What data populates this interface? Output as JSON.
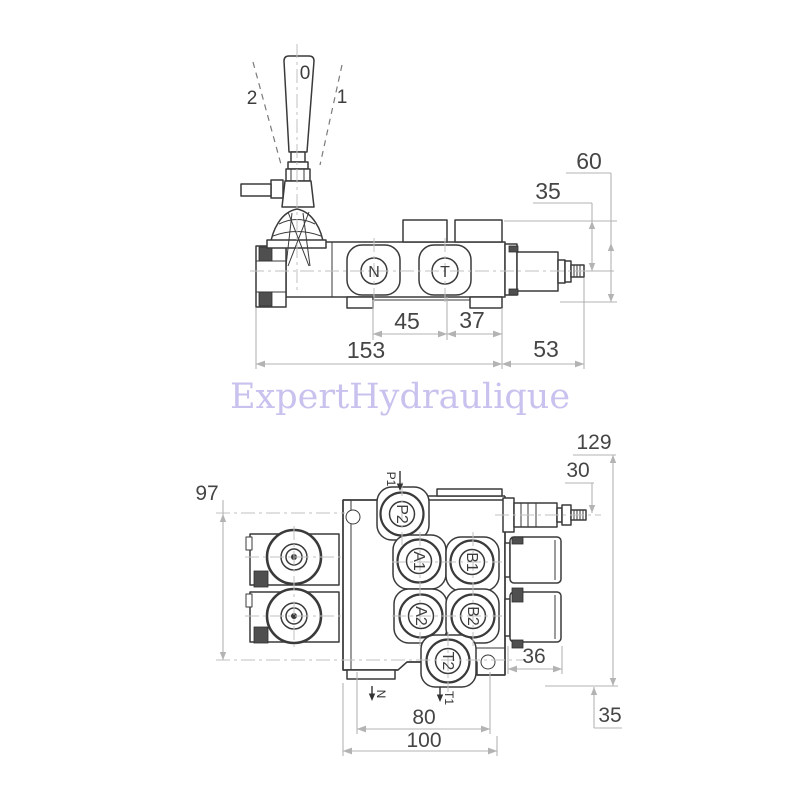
{
  "watermark": {
    "text": "ExpertHydraulique"
  },
  "colors": {
    "outline": "#3a3a3a",
    "dim_line": "#b3b3b3",
    "dim_text": "#454545",
    "centerline": "#c2c2c2",
    "hatch": "#4f4f4f",
    "watermark": "#c9c2ee",
    "background": "#ffffff"
  },
  "side_view": {
    "lever_positions": {
      "neutral": "0",
      "raise": "1",
      "lower": "2"
    },
    "port_labels": {
      "n": "N",
      "t": "T"
    },
    "dimensions": {
      "port_spacing": "45",
      "port_to_end": "37",
      "body_length": "153",
      "spool_extension": "53",
      "height_total": "60",
      "height_to_axis": "35"
    }
  },
  "plan_view": {
    "port_labels": {
      "p2": "P2",
      "a1": "A1",
      "b1": "B1",
      "a2": "A2",
      "b2": "B2",
      "t2": "T2"
    },
    "flow_labels": {
      "p1": "P1",
      "n": "N",
      "t1": "T1"
    },
    "dimensions": {
      "p2_to_t2": "97",
      "length_total": "129",
      "spool_stub": "30",
      "block_width": "36",
      "t2_offset": "35",
      "bolt_spacing": "80",
      "body_width": "100"
    }
  }
}
